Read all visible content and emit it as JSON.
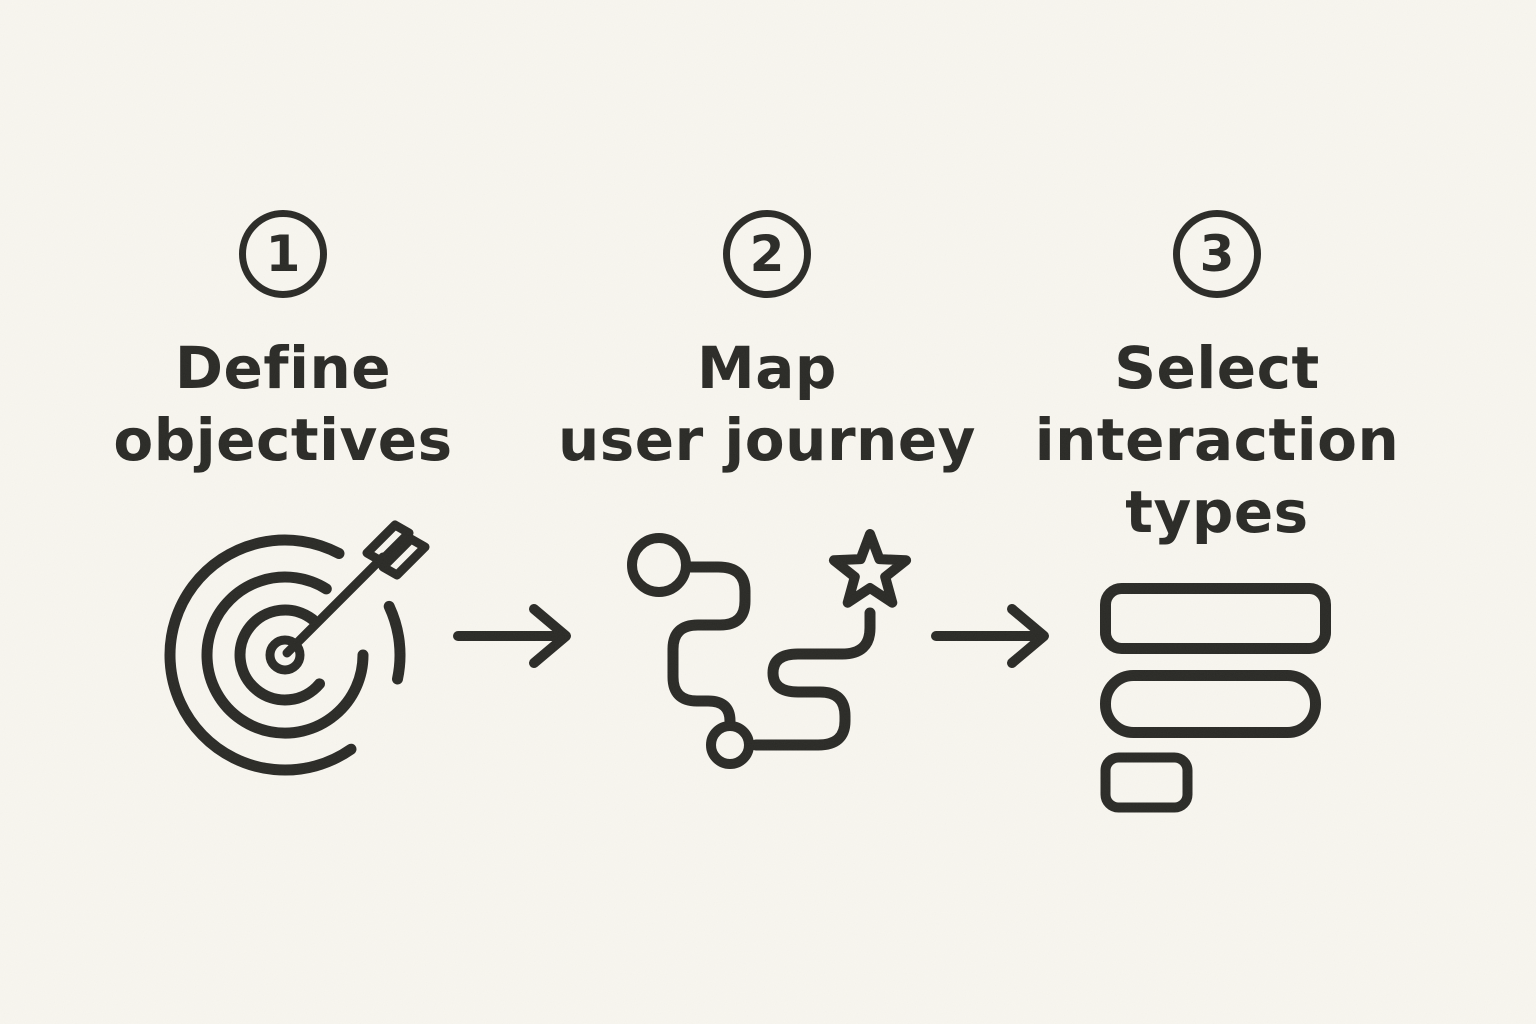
{
  "diagram_title": "three-step process: define objectives, map user journey, select interaction types",
  "colors": {
    "background": "#F8F6EF",
    "ink": "#2A2A26",
    "yellow": "#F6DE4E",
    "pink": "#F9A4B0",
    "blue": "#B3D1ED",
    "paper_white": "#FBF9F3"
  },
  "steps": [
    {
      "number": "1",
      "title_lines": [
        "Define",
        "objectives"
      ],
      "icon": "target-arrow-icon"
    },
    {
      "number": "2",
      "title_lines": [
        "Map",
        "user journey"
      ],
      "icon": "journey-path-icon"
    },
    {
      "number": "3",
      "title_lines": [
        "Select",
        "interaction",
        "types"
      ],
      "icon": "stacked-bars-icon"
    }
  ],
  "connectors": [
    {
      "name": "arrow-right"
    },
    {
      "name": "arrow-right"
    }
  ]
}
